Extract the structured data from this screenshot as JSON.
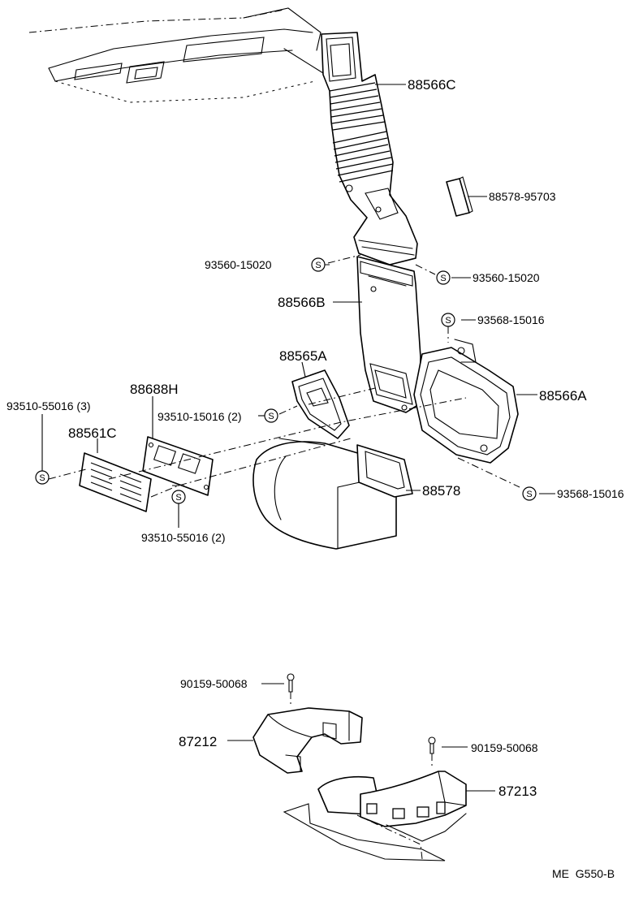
{
  "labels": {
    "part_88566C": "88566C",
    "part_88578_95703": "88578-95703",
    "part_93560_15020_left": "93560-15020",
    "part_93560_15020_right": "93560-15020",
    "part_88566B": "88566B",
    "part_93568_15016_top": "93568-15016",
    "part_88565A": "88565A",
    "part_88566A": "88566A",
    "part_93510_55016_3": "93510-55016 (3)",
    "part_88688H": "88688H",
    "part_93510_15016_2": "93510-15016 (2)",
    "part_88561C": "88561C",
    "part_88578": "88578",
    "part_93568_15016_bottom": "93568-15016",
    "part_93510_55016_2": "93510-55016 (2)",
    "part_90159_50068_left": "90159-50068",
    "part_87212": "87212",
    "part_90159_50068_right": "90159-50068",
    "part_87213": "87213",
    "drawing_code": "ME  G550-B"
  },
  "symbols": {
    "screw_marker": "S"
  }
}
